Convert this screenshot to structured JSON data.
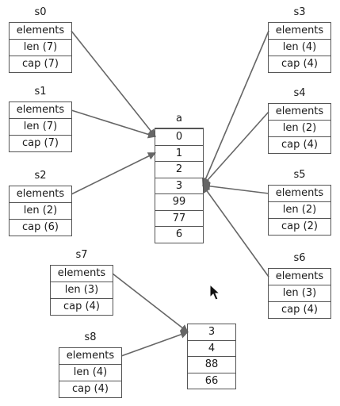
{
  "slices": [
    {
      "id": "s0",
      "name": "s0",
      "elements": "elements",
      "len": "len (7)",
      "cap": "cap (7)"
    },
    {
      "id": "s1",
      "name": "s1",
      "elements": "elements",
      "len": "len (7)",
      "cap": "cap (7)"
    },
    {
      "id": "s2",
      "name": "s2",
      "elements": "elements",
      "len": "len (2)",
      "cap": "cap (6)"
    },
    {
      "id": "s3",
      "name": "s3",
      "elements": "elements",
      "len": "len (4)",
      "cap": "cap (4)"
    },
    {
      "id": "s4",
      "name": "s4",
      "elements": "elements",
      "len": "len (2)",
      "cap": "cap (4)"
    },
    {
      "id": "s5",
      "name": "s5",
      "elements": "elements",
      "len": "len (2)",
      "cap": "cap (2)"
    },
    {
      "id": "s6",
      "name": "s6",
      "elements": "elements",
      "len": "len (3)",
      "cap": "cap (4)"
    },
    {
      "id": "s7",
      "name": "s7",
      "elements": "elements",
      "len": "len (3)",
      "cap": "cap (4)"
    },
    {
      "id": "s8",
      "name": "s8",
      "elements": "elements",
      "len": "len (4)",
      "cap": "cap (4)"
    }
  ],
  "array_a": {
    "name": "a",
    "cells": [
      "0",
      "1",
      "2",
      "3",
      "99",
      "77",
      "6"
    ]
  },
  "array_b": {
    "cells": [
      "3",
      "4",
      "88",
      "66"
    ]
  },
  "arrows": [
    {
      "from": "s0",
      "to": "a.0"
    },
    {
      "from": "s1",
      "to": "a.0"
    },
    {
      "from": "s2",
      "to": "a.1"
    },
    {
      "from": "s3",
      "to": "a.3"
    },
    {
      "from": "s4",
      "to": "a.3"
    },
    {
      "from": "s5",
      "to": "a.3"
    },
    {
      "from": "s6",
      "to": "a.3"
    },
    {
      "from": "s7",
      "to": "b.0"
    },
    {
      "from": "s8",
      "to": "b.0"
    }
  ],
  "colors": {
    "stroke": "#555555",
    "arrow": "#666666",
    "text": "#1a1a1a"
  }
}
